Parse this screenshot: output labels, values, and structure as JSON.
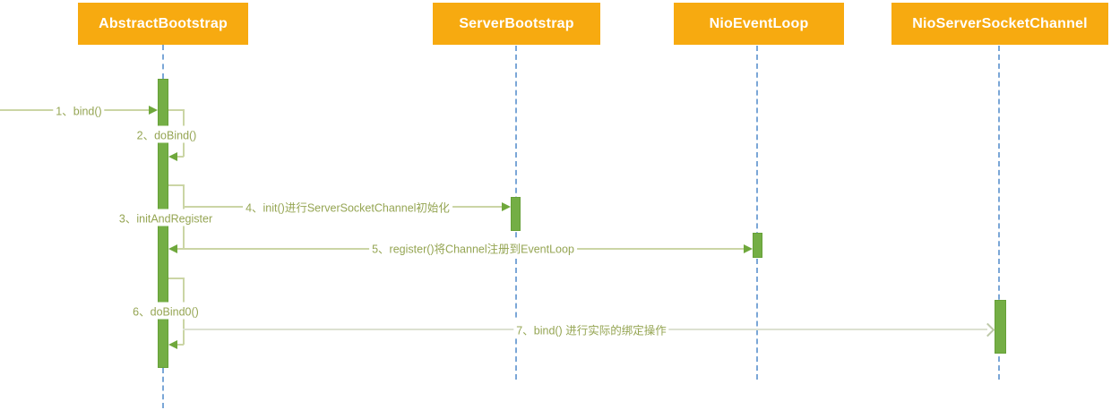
{
  "diagram": {
    "kind": "uml-sequence-diagram",
    "topic": "Netty ServerBootstrap bind flow",
    "actors": [
      {
        "name": "AbstractBootstrap"
      },
      {
        "name": "ServerBootstrap"
      },
      {
        "name": "NioEventLoop"
      },
      {
        "name": "NioServerSocketChannel"
      }
    ],
    "messages": [
      {
        "label": "1、bind()",
        "from": "left-edge",
        "to": "AbstractBootstrap",
        "kind": "sync-call"
      },
      {
        "label": "2、doBind()",
        "from": "AbstractBootstrap",
        "to": "AbstractBootstrap",
        "kind": "self-call"
      },
      {
        "label": "3、initAndRegister",
        "from": "AbstractBootstrap",
        "to": "AbstractBootstrap",
        "kind": "self-call"
      },
      {
        "label": "4、init()进行ServerSocketChannel初始化",
        "from": "AbstractBootstrap",
        "to": "ServerBootstrap",
        "kind": "sync-call"
      },
      {
        "label": "5、register()将Channel注册到EventLoop",
        "from": "AbstractBootstrap",
        "to": "NioEventLoop",
        "kind": "sync-call"
      },
      {
        "label": "6、doBind0()",
        "from": "AbstractBootstrap",
        "to": "AbstractBootstrap",
        "kind": "self-call"
      },
      {
        "label": "7、bind() 进行实际的绑定操作",
        "from": "AbstractBootstrap",
        "to": "NioServerSocketChannel",
        "kind": "async-call"
      }
    ],
    "colors": {
      "actor_fill": "#F7AA10",
      "actor_text": "#FFFFFF",
      "lifeline": "#7BA7D7",
      "activation_fill": "#74AE45",
      "activation_border": "#66A037",
      "connector": "#CBD5A5",
      "arrowhead": "#6FA83C",
      "label_text": "#95A553"
    }
  }
}
